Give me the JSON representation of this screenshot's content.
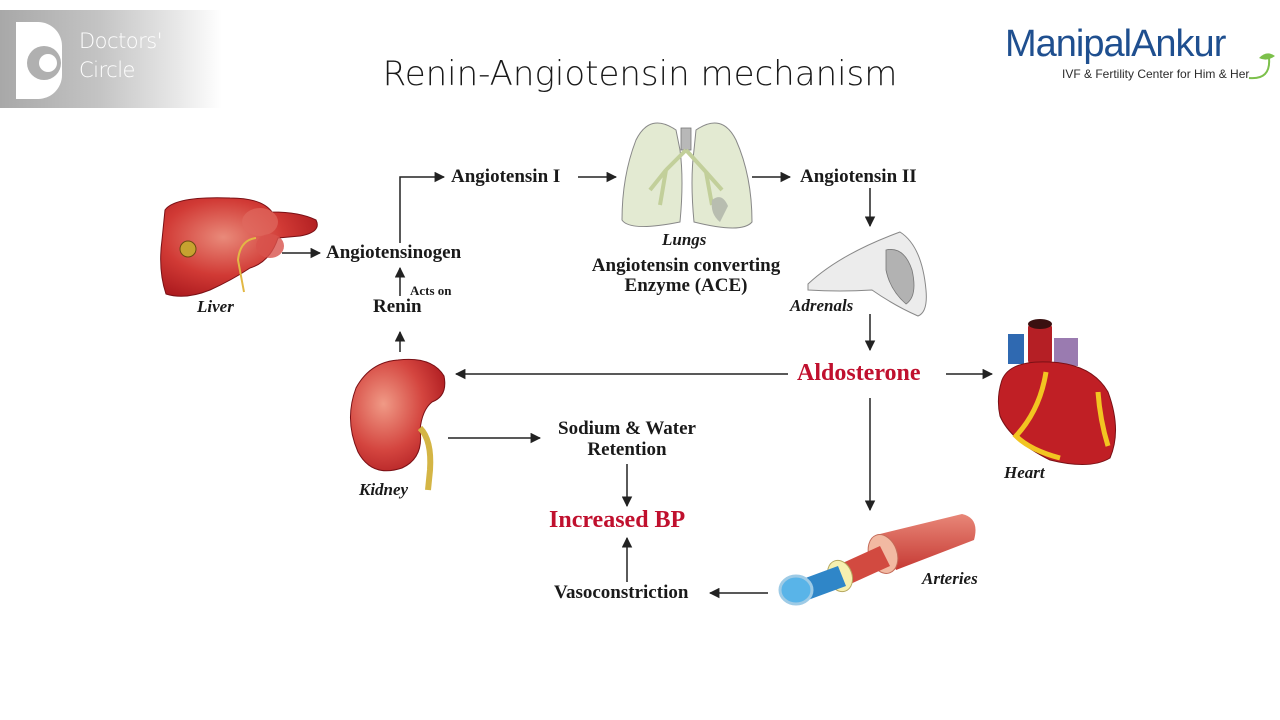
{
  "branding": {
    "left_logo": {
      "line1": "Doctors'",
      "line2": "Circle"
    },
    "right_logo": {
      "name": "ManipalAnkur",
      "tagline": "IVF & Fertility Center for Him & Her"
    }
  },
  "title": "Renin-Angiotensin mechanism",
  "diagram": {
    "nodes": {
      "angiotensinogen": "Angiotensinogen",
      "angiotensin_1": "Angiotensin I",
      "angiotensin_2": "Angiotensin II",
      "renin": "Renin",
      "acts_on": "Acts on",
      "ace_line1": "Angiotensin converting",
      "ace_line2": "Enzyme (ACE)",
      "aldosterone": "Aldosterone",
      "sodium_line1": "Sodium & Water",
      "sodium_line2": "Retention",
      "increased_bp": "Increased BP",
      "vasoconstriction": "Vasoconstriction"
    },
    "organs": {
      "liver": "Liver",
      "lungs": "Lungs",
      "adrenals": "Adrenals",
      "kidney": "Kidney",
      "heart": "Heart",
      "arteries": "Arteries"
    },
    "edges": [
      [
        "liver",
        "angiotensinogen"
      ],
      [
        "renin",
        "angiotensinogen",
        "acts_on"
      ],
      [
        "kidney",
        "renin"
      ],
      [
        "angiotensinogen",
        "angiotensin_1"
      ],
      [
        "angiotensin_1",
        "lungs"
      ],
      [
        "lungs",
        "angiotensin_2"
      ],
      [
        "angiotensin_2",
        "adrenals"
      ],
      [
        "adrenals",
        "aldosterone"
      ],
      [
        "aldosterone",
        "kidney"
      ],
      [
        "aldosterone",
        "heart"
      ],
      [
        "aldosterone",
        "arteries"
      ],
      [
        "kidney",
        "sodium_retention"
      ],
      [
        "sodium_retention",
        "increased_bp"
      ],
      [
        "arteries",
        "vasoconstriction"
      ],
      [
        "vasoconstriction",
        "increased_bp"
      ]
    ],
    "colors": {
      "highlight": "#c0102e",
      "text": "#1a1a1a",
      "arrow": "#222222"
    }
  }
}
